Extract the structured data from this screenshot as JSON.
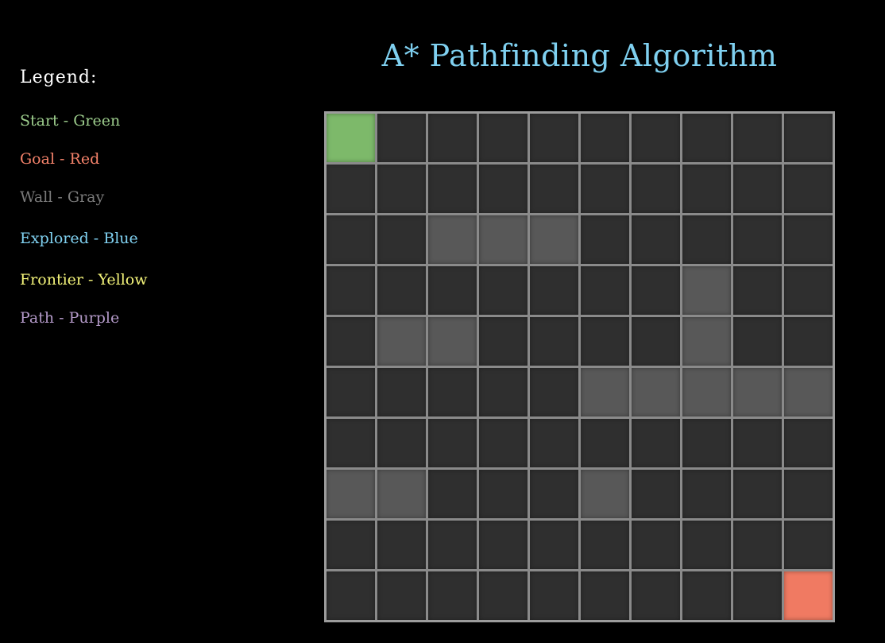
{
  "title": "A* Pathfinding Algorithm",
  "colors": {
    "title": "#7fd0f0",
    "empty": "#2f2f2f",
    "wall": "#585858",
    "start": "#7db96a",
    "goal": "#f07a62",
    "explored": "#7fd0f0",
    "frontier": "#f0f070",
    "path": "#b399c8",
    "grid_line": "#9c9c9c"
  },
  "legend": {
    "heading": "Legend:",
    "items": [
      {
        "label": "Start - Green",
        "color": "#9ccc8c"
      },
      {
        "label": "Goal - Red",
        "color": "#f4826a"
      },
      {
        "label": "Wall - Gray",
        "color": "#7a7a7a"
      },
      {
        "label": "Explored - Blue",
        "color": "#7fd0f0"
      },
      {
        "label": "Frontier - Yellow",
        "color": "#f4f47a"
      },
      {
        "label": "Path - Purple",
        "color": "#b399c8"
      }
    ]
  },
  "grid": {
    "rows": 10,
    "cols": 10,
    "cells": [
      [
        "S",
        ".",
        ".",
        ".",
        ".",
        ".",
        ".",
        ".",
        ".",
        "."
      ],
      [
        ".",
        ".",
        ".",
        ".",
        ".",
        ".",
        ".",
        ".",
        ".",
        "."
      ],
      [
        ".",
        ".",
        "W",
        "W",
        "W",
        ".",
        ".",
        ".",
        ".",
        "."
      ],
      [
        ".",
        ".",
        ".",
        ".",
        ".",
        ".",
        ".",
        "W",
        ".",
        "."
      ],
      [
        ".",
        "W",
        "W",
        ".",
        ".",
        ".",
        ".",
        "W",
        ".",
        "."
      ],
      [
        ".",
        ".",
        ".",
        ".",
        ".",
        "W",
        "W",
        "W",
        "W",
        "W"
      ],
      [
        ".",
        ".",
        ".",
        ".",
        ".",
        ".",
        ".",
        ".",
        ".",
        "."
      ],
      [
        "W",
        "W",
        ".",
        ".",
        ".",
        "W",
        ".",
        ".",
        ".",
        "."
      ],
      [
        ".",
        ".",
        ".",
        ".",
        ".",
        ".",
        ".",
        ".",
        ".",
        "."
      ],
      [
        ".",
        ".",
        ".",
        ".",
        ".",
        ".",
        ".",
        ".",
        ".",
        "G"
      ]
    ]
  }
}
